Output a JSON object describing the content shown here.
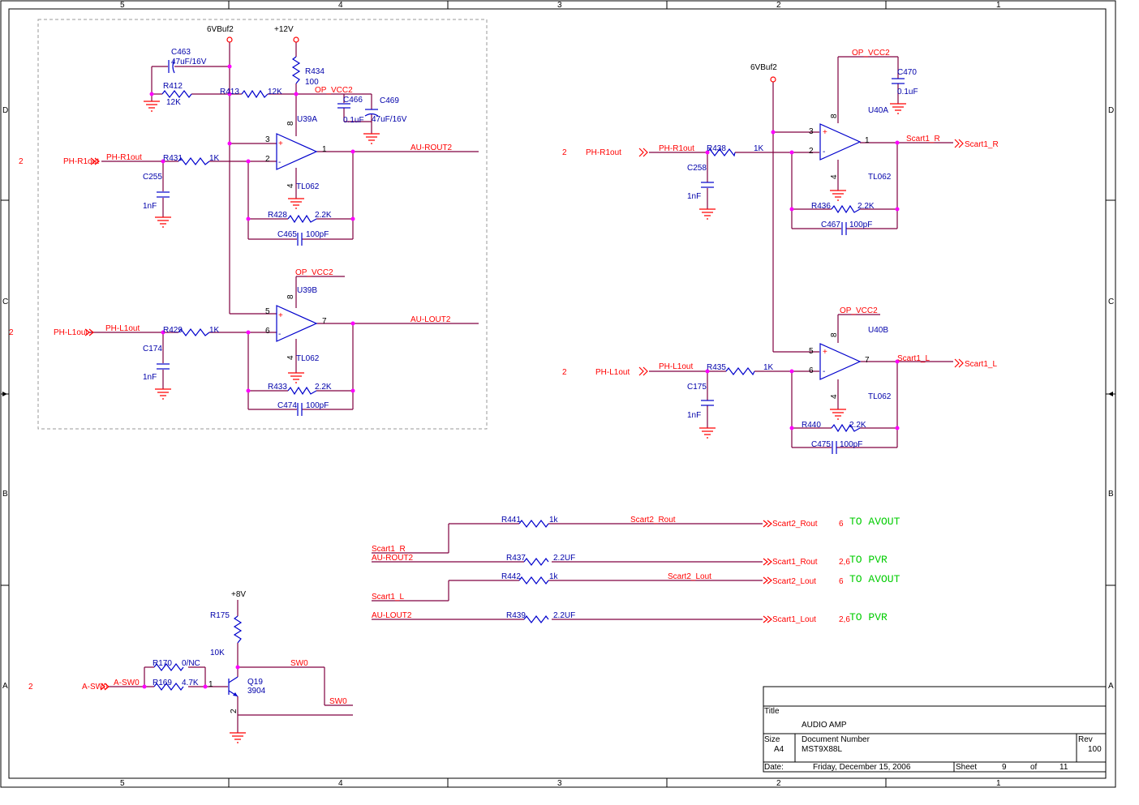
{
  "border": {
    "cols_top": [
      "5",
      "4",
      "3",
      "2",
      "1"
    ],
    "cols_bottom": [
      "5",
      "4",
      "3",
      "2",
      "1"
    ],
    "rows_left": [
      "D",
      "C",
      "B",
      "A"
    ],
    "rows_right": [
      "D",
      "C",
      "B",
      "A"
    ]
  },
  "rails": {
    "vbuf1": "6VBuf2",
    "v12": "+12V",
    "vbuf2": "6VBuf2",
    "v8": "+8V",
    "opvcc_a": "OP_VCC2",
    "opvcc_b": "OP_VCC2",
    "opvcc_c": "OP_VCC2",
    "opvcc_d": "OP_VCC2"
  },
  "parts": {
    "c463": "C463",
    "c463v": "47uF/16V",
    "r412": "R412",
    "r412v": "12K",
    "r413": "R413",
    "r413v": "12K",
    "r434": "R434",
    "r434v": "100",
    "c466": "C466",
    "c466v": "0.1uF",
    "c469": "C469",
    "c469v": "47uF/16V",
    "u39a": "U39A",
    "u39b": "U39B",
    "tl062a": "TL062",
    "tl062b": "TL062",
    "r431": "R431",
    "r431v": "1K",
    "c255": "C255",
    "c255v": "1nF",
    "r428": "R428",
    "r428v": "2.2K",
    "c465": "C465",
    "c465v": "100pF",
    "r429": "R429",
    "r429v": "1K",
    "c174": "C174",
    "c174v": "1nF",
    "r433": "R433",
    "r433v": "2.2K",
    "c474": "C474",
    "c474v": "100pF",
    "c470": "C470",
    "c470v": "0.1uF",
    "u40a": "U40A",
    "u40b": "U40B",
    "tl062c": "TL062",
    "tl062d": "TL062",
    "r438": "R438",
    "r438v": "1K",
    "c258": "C258",
    "c258v": "1nF",
    "r436": "R436",
    "r436v": "2.2K",
    "c467": "C467",
    "c467v": "100pF",
    "r435": "R435",
    "r435v": "1K",
    "c175": "C175",
    "c175v": "1nF",
    "r440": "R440",
    "r440v": "2.2K",
    "c475": "C475",
    "c475v": "100pF",
    "r441": "R441",
    "r441v": "1k",
    "r437": "R437",
    "r437v": "2.2UF",
    "r442": "R442",
    "r442v": "1k",
    "r439": "R439",
    "r439v": "2.2UF",
    "r175": "R175",
    "r175v": "10K",
    "r170": "R170",
    "r170v": "0/NC",
    "r169": "R169",
    "r169v": "4.7K",
    "q19": "Q19",
    "q19v": "3904"
  },
  "pins": [
    "3",
    "2",
    "1",
    "8",
    "4",
    "5",
    "6",
    "7",
    "3",
    "2",
    "1",
    "8",
    "4",
    "5",
    "6",
    "7",
    "8",
    "4",
    "8",
    "4",
    "1",
    "2"
  ],
  "nets": {
    "ph_r1out": "PH-R1out",
    "ph_l1out": "PH-L1out",
    "ph_r1out_port": "PH-R1out",
    "ph_l1out_port": "PH-L1out",
    "ph_r1out_b": "PH-R1out",
    "ph_l1out_b": "PH-L1out",
    "ph_r1out_b_port": "PH-R1out",
    "ph_l1out_b_port": "PH-L1out",
    "au_rout2": "AU-ROUT2",
    "au_lout2": "AU-LOUT2",
    "scart1_r": "Scart1_R",
    "scart1_l": "Scart1_L",
    "scart1_r_port": "Scart1_R",
    "scart1_l_port": "Scart1_L",
    "scart1_r_in": "Scart1_R",
    "au_rout2_in": "AU-ROUT2",
    "scart1_l_in": "Scart1_L",
    "au_lout2_in": "AU-LOUT2",
    "scart2_rout_net": "Scart2_Rout",
    "scart2_lout_net": "Scart2_Lout",
    "scart2_rout": "Scart2_Rout",
    "scart1_rout": "Scart1_Rout",
    "scart2_lout": "Scart2_Lout",
    "scart1_lout": "Scart1_Lout",
    "a_sw0": "A-SW0",
    "a_sw0_port": "A-SW0",
    "sw0": "SW0",
    "sw0_b": "SW0"
  },
  "sheet_refs": {
    "r1": "2",
    "l1": "2",
    "r2": "2",
    "l2": "2",
    "asw": "2",
    "s2r": "6",
    "s1r": "2,6",
    "s2l": "6",
    "s1l": "2,6"
  },
  "notes": {
    "avout1": "TO AVOUT",
    "pvr1": "TO PVR",
    "avout2": "TO AVOUT",
    "pvr2": "TO PVR"
  },
  "title_block": {
    "title_label": "Title",
    "title": "AUDIO AMP",
    "size_label": "Size",
    "size": "A4",
    "docnum_label": "Document Number",
    "docnum": "MST9X88L",
    "rev_label": "Rev",
    "rev": "100",
    "date_label": "Date:",
    "date": "Friday, December 15, 2006",
    "sheet_label": "Sheet",
    "sheet": "9",
    "of_label": "of",
    "sheets": "11"
  }
}
